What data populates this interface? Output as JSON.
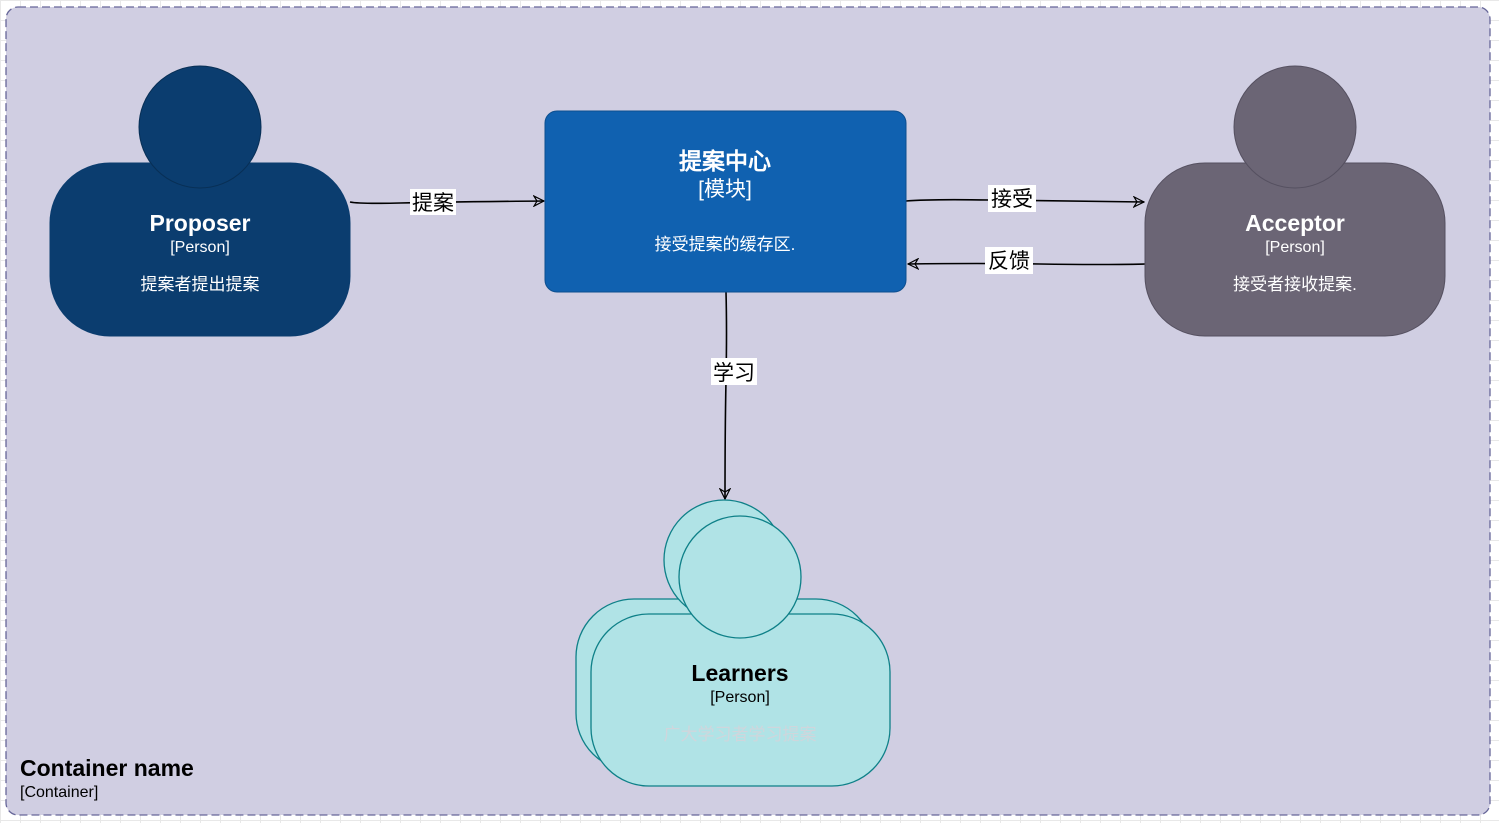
{
  "colors": {
    "boundary_fill": "#d0cee2",
    "boundary_stroke": "#666699",
    "proposer": "#0b3d6f",
    "module": "#1061b0",
    "acceptor": "#6b6575",
    "learners": "#b0e3e6",
    "learners_stroke": "#0e8088",
    "learners_text": "#000000",
    "learners_desc": "#cfcfd8",
    "white": "#ffffff",
    "arrow": "#000000"
  },
  "boundary": {
    "title": "Container name",
    "type": "[Container]"
  },
  "proposer": {
    "name": "Proposer",
    "type": "[Person]",
    "description": "提案者提出提案"
  },
  "module": {
    "name": "提案中心",
    "type": "[模块]",
    "description": "接受提案的缓存区."
  },
  "acceptor": {
    "name": "Acceptor",
    "type": "[Person]",
    "description": "接受者接收提案."
  },
  "learners": {
    "name": "Learners",
    "type": "[Person]",
    "description": "广大学习者学习提案"
  },
  "edges": {
    "propose": "提案",
    "accept": "接受",
    "feedback": "反馈",
    "learn": "学习"
  }
}
